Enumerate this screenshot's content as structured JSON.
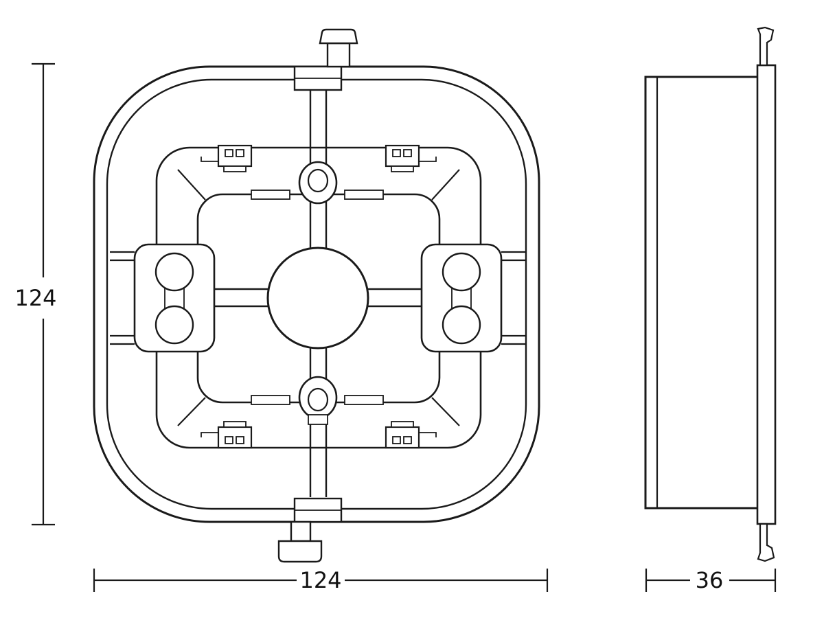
{
  "dimensions": {
    "front_height": "124",
    "front_width": "124",
    "side_depth": "36"
  },
  "colors": {
    "line": "#1a1a1a",
    "background": "#ffffff"
  }
}
